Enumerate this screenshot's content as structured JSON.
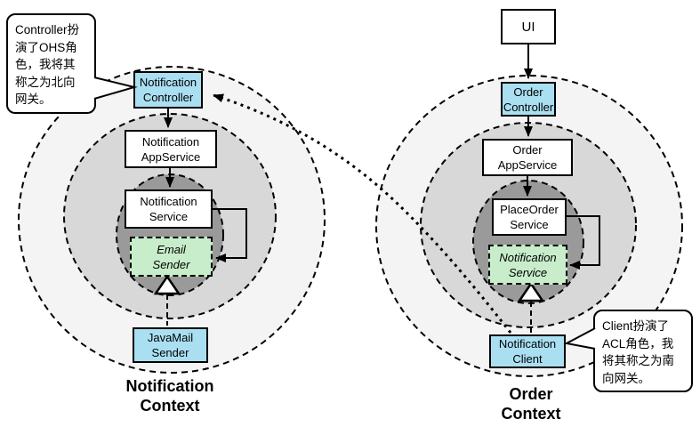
{
  "notification_context": {
    "title": "Notification\nContext",
    "callout": "Controller扮\n演了OHS角\n色，我将其\n称之为北向\n网关。",
    "nodes": {
      "controller": "Notification\nController",
      "app_service": "Notification\nAppService",
      "service": "Notification\nService",
      "email_sender": "Email\nSender",
      "javamail_sender": "JavaMail\nSender"
    }
  },
  "order_context": {
    "title": "Order\nContext",
    "callout": "Client扮演了\nACL角色，我\n将其称之为南\n向网关。",
    "nodes": {
      "ui": "UI",
      "controller": "Order\nController",
      "app_service": "Order\nAppService",
      "place_order_service": "PlaceOrder\nService",
      "notification_service": "Notification\nService",
      "notification_client": "Notification\nClient"
    }
  },
  "colors": {
    "gateway_box_fill": "#aadff2",
    "abstraction_box_fill": "#c8edca",
    "inner_circle_fill": "#9a9a9a",
    "middle_circle_fill": "#d8d8d8",
    "outer_circle_fill": "#f4f4f4",
    "line_color": "#000000"
  }
}
